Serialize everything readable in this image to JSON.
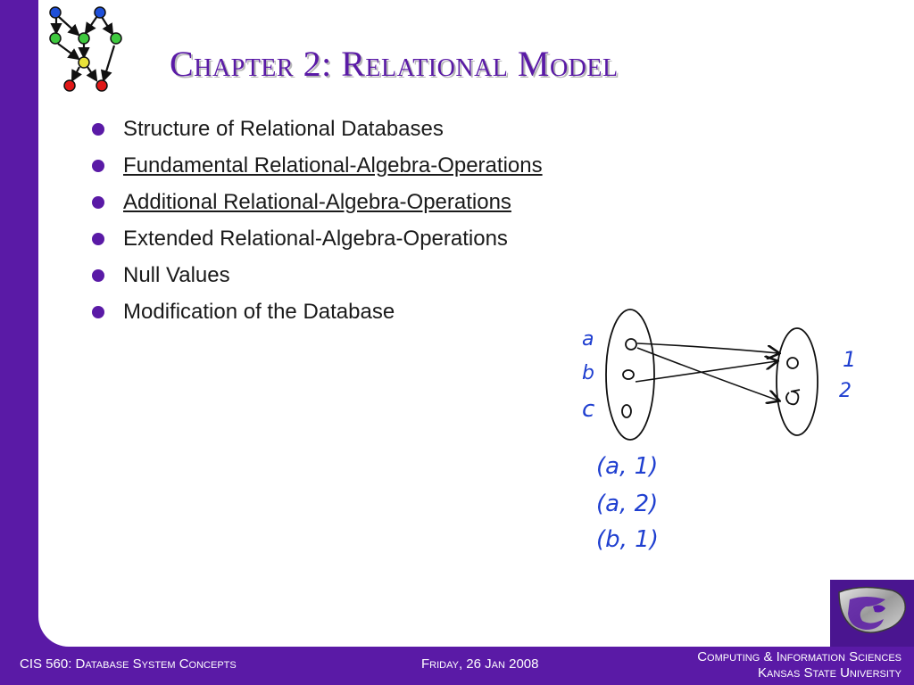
{
  "slide": {
    "title": "Chapter 2:  Relational Model",
    "bullets": [
      {
        "text": "Structure of Relational Databases",
        "underline": false
      },
      {
        "text": "Fundamental Relational-Algebra-Operations",
        "underline": true
      },
      {
        "text": "Additional Relational-Algebra-Operations",
        "underline": true
      },
      {
        "text": "Extended Relational-Algebra-Operations",
        "underline": false
      },
      {
        "text": "Null Values",
        "underline": false
      },
      {
        "text": "Modification of the Database",
        "underline": false
      }
    ]
  },
  "sketch": {
    "left_labels": [
      "a",
      "b",
      "c"
    ],
    "right_labels": [
      "1",
      "2"
    ],
    "pairs": [
      "(a, 1)",
      "(a, 2)",
      "(b, 1)"
    ]
  },
  "footer": {
    "course": "CIS 560: Database System Concepts",
    "date": "Friday, 26 Jan 2008",
    "dept_line1": "Computing & Information Sciences",
    "dept_line2": "Kansas State University"
  },
  "icons": {
    "logo": "graph-logo-icon",
    "badge": "wildcat-logo-icon",
    "bullet": "bullet-dot-icon"
  },
  "colors": {
    "accent": "#5a1aa6",
    "ink_blue": "#1f3fd0",
    "node_blue": "#1e4fd8",
    "node_green": "#3ec93e",
    "node_yellow": "#e8e23a",
    "node_red": "#e01818"
  }
}
